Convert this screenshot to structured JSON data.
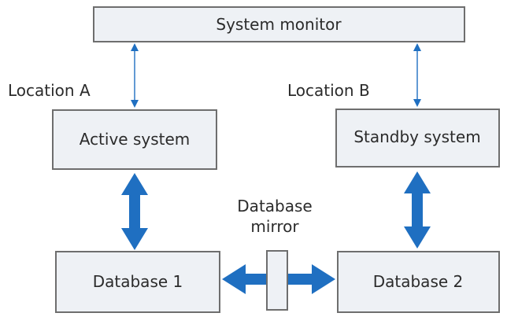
{
  "colors": {
    "box_fill": "#eef1f5",
    "box_stroke": "#6e6e6e",
    "arrow_blue": "#1f6fc1",
    "text": "#2b2b2b"
  },
  "system_monitor": {
    "label": "System monitor"
  },
  "location_a": {
    "label": "Location A"
  },
  "location_b": {
    "label": "Location B"
  },
  "active_system": {
    "label": "Active system"
  },
  "standby_system": {
    "label": "Standby system"
  },
  "database_1": {
    "label": "Database 1"
  },
  "database_2": {
    "label": "Database 2"
  },
  "mirror": {
    "label_line1": "Database",
    "label_line2": "mirror"
  },
  "icons": {
    "thin_arrow": "double-headed-thin-arrow-icon",
    "thick_arrow": "double-headed-thick-arrow-icon",
    "mirror_arrow": "right-arrow-icon"
  }
}
